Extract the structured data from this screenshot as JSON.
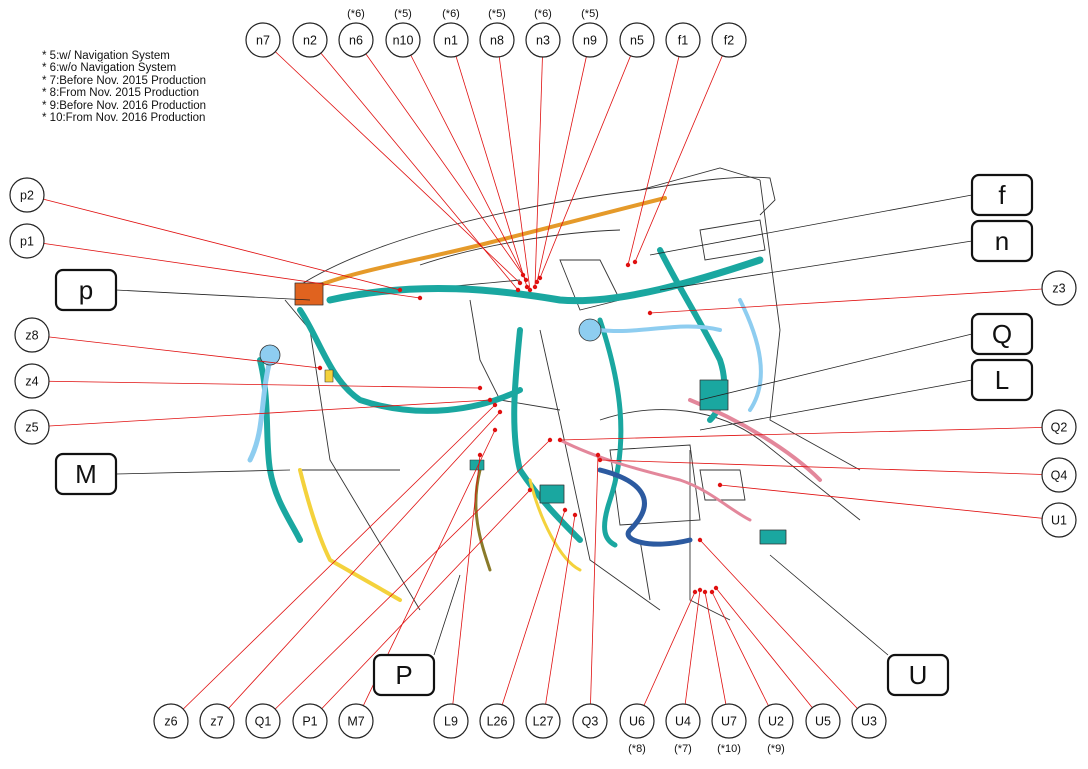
{
  "notes": [
    "* 5:w/ Navigation System",
    "* 6:w/o Navigation System",
    "* 7:Before Nov. 2015 Production",
    "* 8:From Nov. 2015 Production",
    "* 9:Before Nov. 2016 Production",
    "* 10:From Nov. 2016 Production"
  ],
  "connectors_top": [
    {
      "id": "n7",
      "note": ""
    },
    {
      "id": "n2",
      "note": ""
    },
    {
      "id": "n6",
      "note": "(*6)"
    },
    {
      "id": "n10",
      "note": "(*5)"
    },
    {
      "id": "n1",
      "note": "(*6)"
    },
    {
      "id": "n8",
      "note": "(*5)"
    },
    {
      "id": "n3",
      "note": "(*6)"
    },
    {
      "id": "n9",
      "note": "(*5)"
    },
    {
      "id": "n5",
      "note": ""
    },
    {
      "id": "f1",
      "note": ""
    },
    {
      "id": "f2",
      "note": ""
    }
  ],
  "connectors_left": [
    {
      "id": "p2"
    },
    {
      "id": "p1"
    },
    {
      "id": "z8"
    },
    {
      "id": "z4"
    },
    {
      "id": "z5"
    }
  ],
  "connectors_right": [
    {
      "id": "z3"
    },
    {
      "id": "Q2"
    },
    {
      "id": "Q4"
    },
    {
      "id": "U1"
    }
  ],
  "connectors_bottom": [
    {
      "id": "z6",
      "note": ""
    },
    {
      "id": "z7",
      "note": ""
    },
    {
      "id": "Q1",
      "note": ""
    },
    {
      "id": "P1",
      "note": ""
    },
    {
      "id": "M7",
      "note": ""
    },
    {
      "id": "L9",
      "note": ""
    },
    {
      "id": "L26",
      "note": ""
    },
    {
      "id": "L27",
      "note": ""
    },
    {
      "id": "Q3",
      "note": ""
    },
    {
      "id": "U6",
      "note": "(*8)"
    },
    {
      "id": "U4",
      "note": "(*7)"
    },
    {
      "id": "U7",
      "note": "(*10)"
    },
    {
      "id": "U2",
      "note": "(*9)"
    },
    {
      "id": "U5",
      "note": ""
    },
    {
      "id": "U3",
      "note": ""
    }
  ],
  "harness_groups": [
    "p",
    "M",
    "P",
    "f",
    "n",
    "Q",
    "L",
    "U"
  ],
  "colors": {
    "leader": "#e01010",
    "harness_teal": "#1aa7a0",
    "harness_blue": "#8ecdf0",
    "harness_pink": "#e3879b",
    "harness_yellow": "#f4d23c",
    "harness_orange": "#e59a2a",
    "harness_navy": "#2c5aa0",
    "outline": "#333333"
  }
}
